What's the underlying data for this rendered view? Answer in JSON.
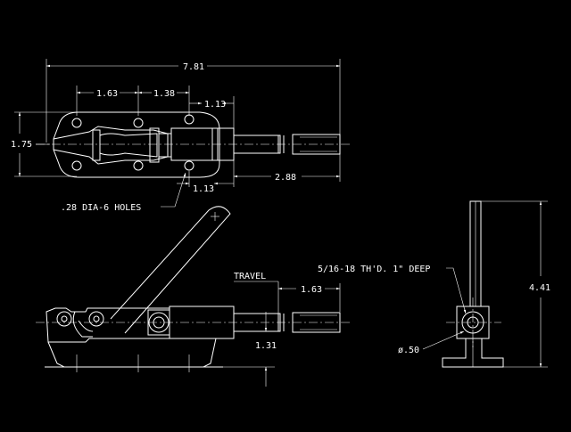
{
  "drawing": {
    "background": "#000000",
    "line_color": "#ffffff"
  },
  "dims": {
    "overall_length": "7.81",
    "hole_spacing_a": "1.63",
    "hole_spacing_b": "1.38",
    "plunger_offset_top": "1.13",
    "base_width": "1.75",
    "plunger_offset_bottom": "1.13",
    "plunger_extension": "2.88",
    "holes_note": ".28 DIA-6 HOLES",
    "travel_label": "TRAVEL",
    "travel_value": "1.63",
    "side_height": "1.31",
    "thread_note": "5/16-18 TH'D. 1\" DEEP",
    "end_height": "4.41",
    "end_diameter": "ø.50"
  }
}
